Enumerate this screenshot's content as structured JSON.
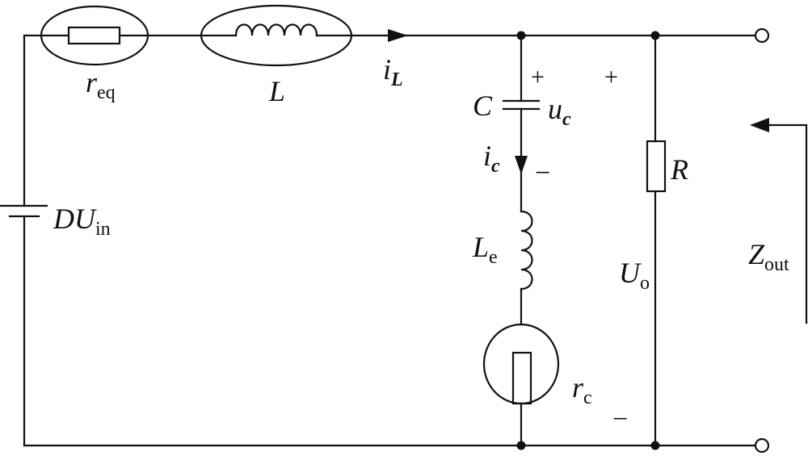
{
  "labels": {
    "r_eq": {
      "main": "r",
      "sub": "eq"
    },
    "L": "L",
    "i_L": {
      "main": "i",
      "sub": "L"
    },
    "C": "C",
    "u_c": {
      "main": "u",
      "sub": "c"
    },
    "i_c": {
      "main": "i",
      "sub": "c"
    },
    "cap_plus": "+",
    "cap_minus": "−",
    "L_e": {
      "main": "L",
      "sub": "e"
    },
    "r_c": {
      "main": "r",
      "sub": "c"
    },
    "R": "R",
    "U_o": {
      "main": "U",
      "sub": "o"
    },
    "out_plus": "+",
    "out_minus": "−",
    "source": {
      "main": "DU",
      "sub": "in"
    },
    "Z_out": {
      "main": "Z",
      "sub": "out"
    }
  }
}
